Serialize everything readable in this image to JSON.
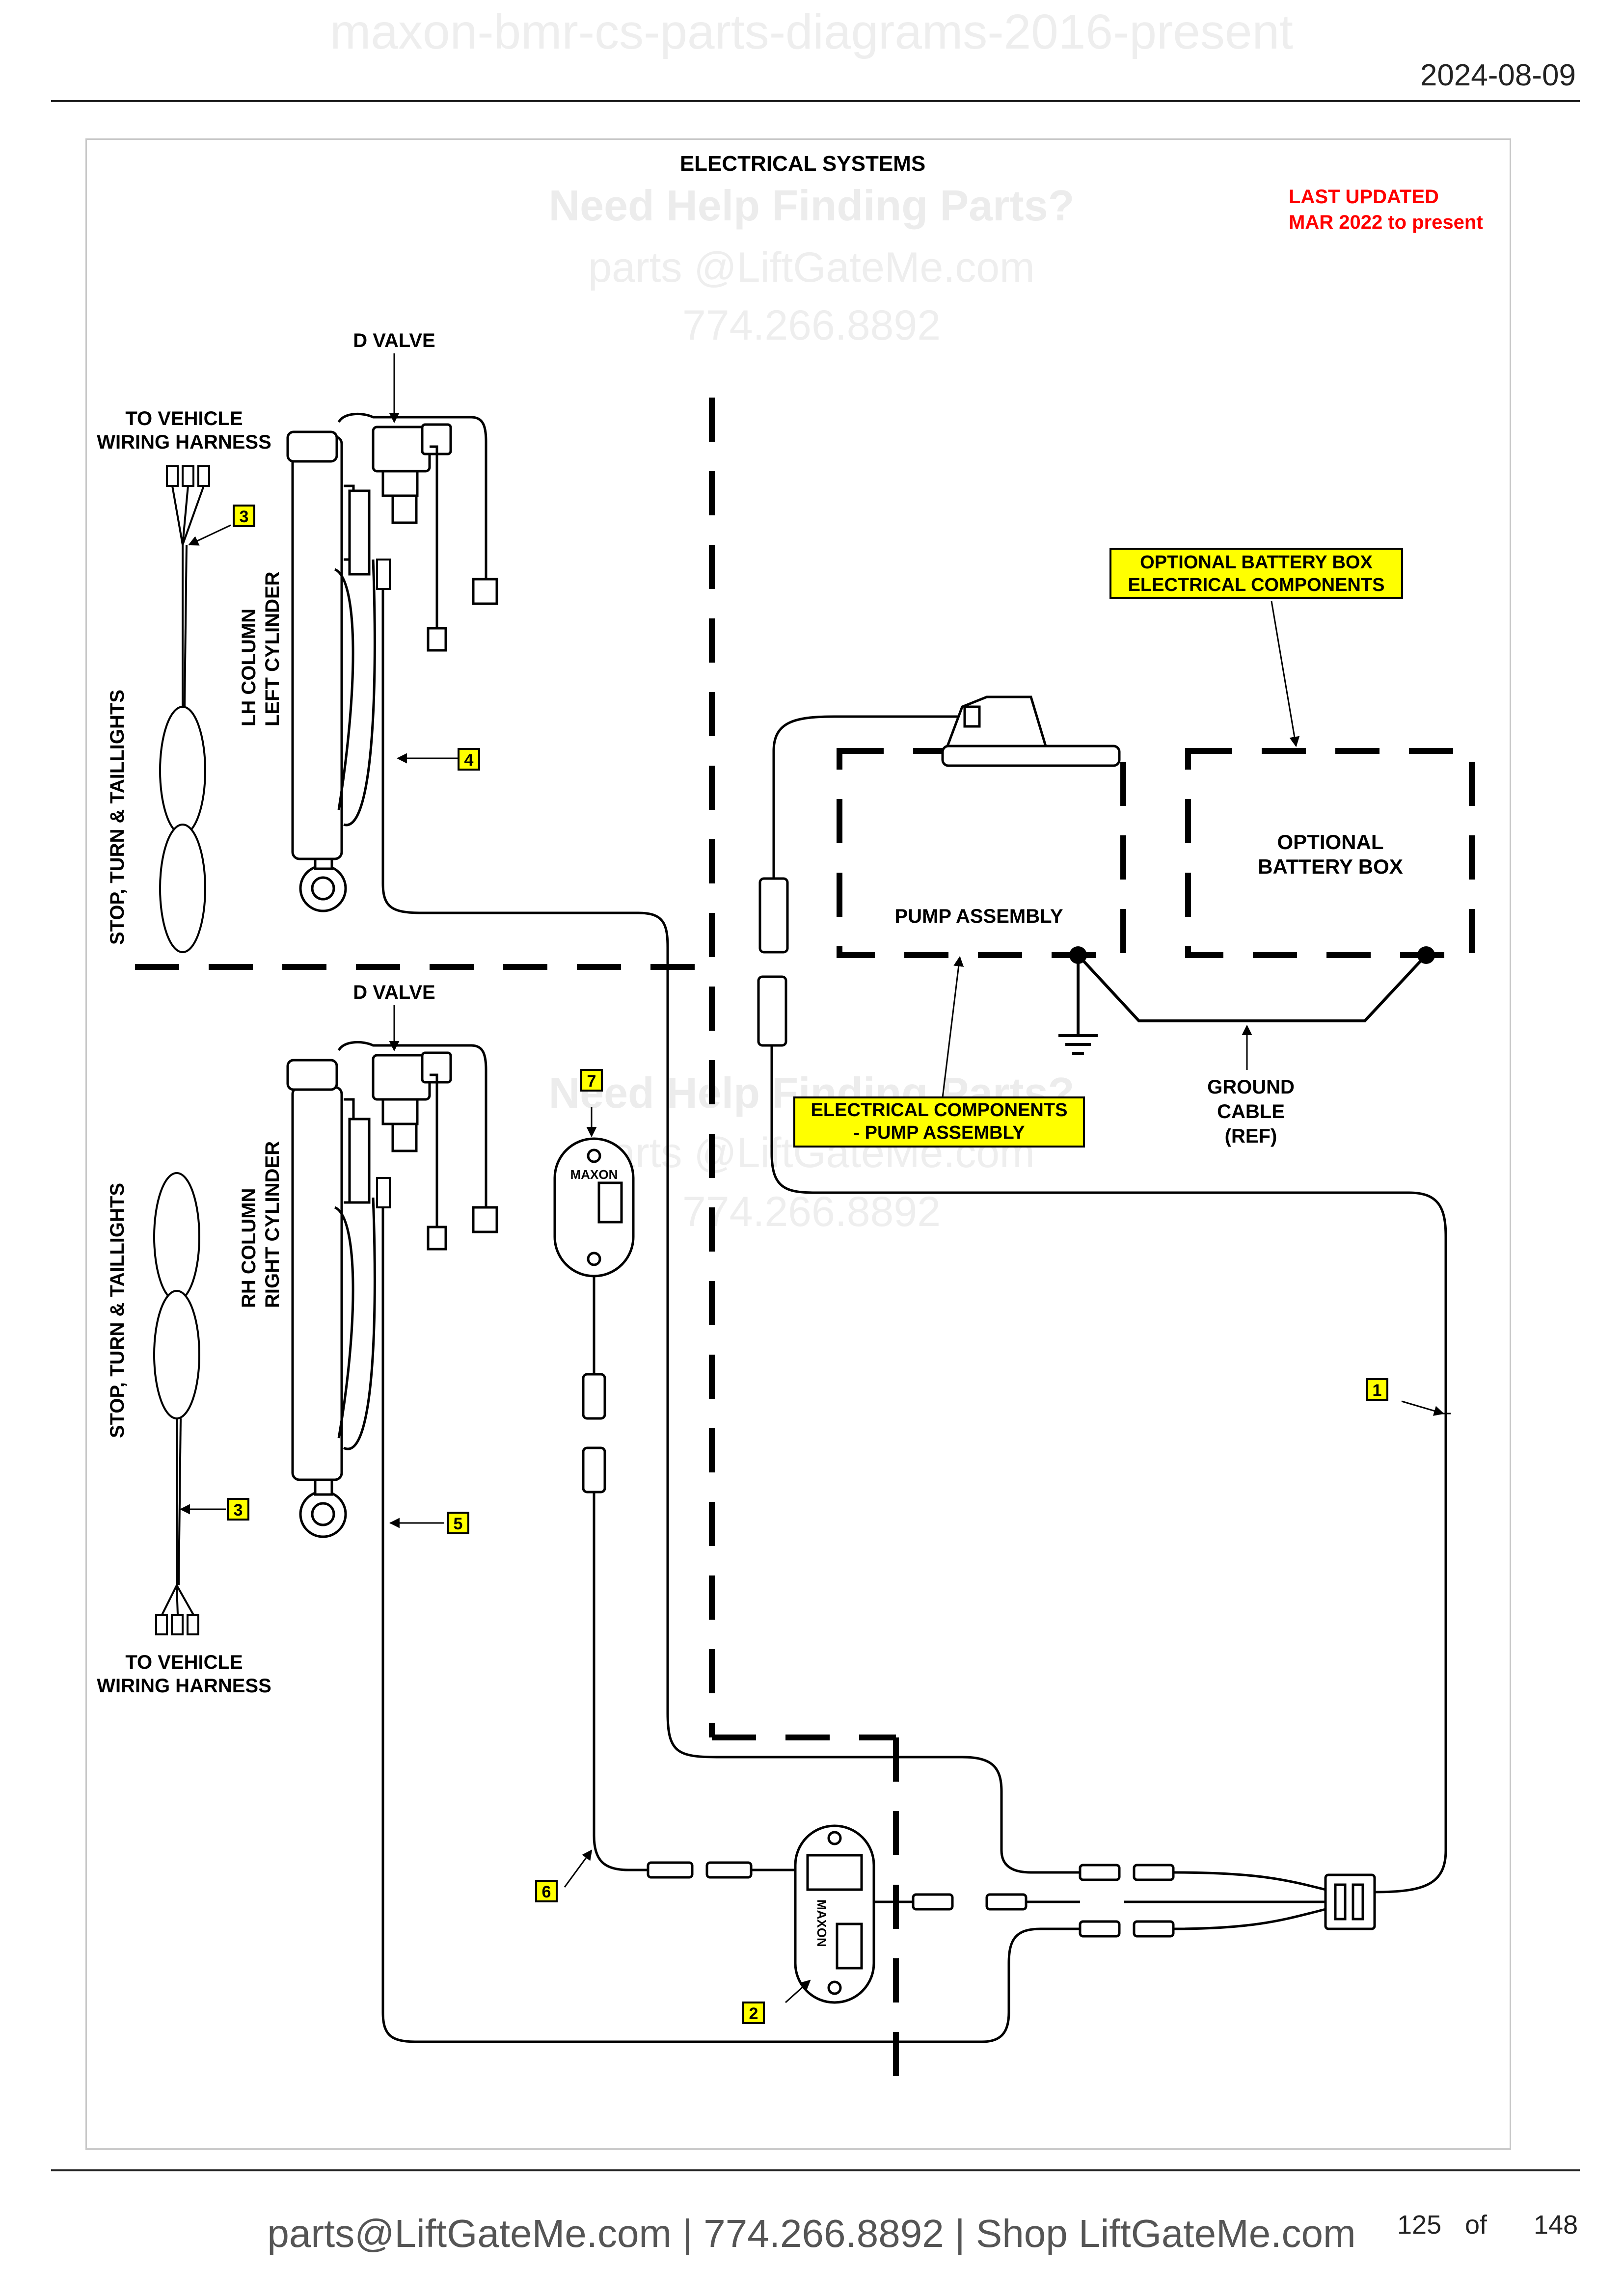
{
  "header": {
    "doc_title": "maxon-bmr-cs-parts-diagrams-2016-present",
    "date": "2024-08-09"
  },
  "diagram": {
    "title": "ELECTRICAL SYSTEMS",
    "last_updated_line1": "LAST UPDATED",
    "last_updated_line2": "MAR 2022 to present",
    "watermark_help": "Need Help Finding Parts?",
    "watermark_email": "parts @LiftGateMe.com",
    "watermark_phone": "774.266.8892",
    "labels": {
      "d_valve_top": "D VALVE",
      "d_valve_bottom": "D VALVE",
      "to_vehicle_top_1": "TO VEHICLE",
      "to_vehicle_top_2": "WIRING HARNESS",
      "to_vehicle_bottom_1": "TO VEHICLE",
      "to_vehicle_bottom_2": "WIRING HARNESS",
      "stop_turn_top": "STOP, TURN & TAILLIGHTS",
      "stop_turn_bottom": "STOP, TURN & TAILLIGHTS",
      "lh_column_1": "LH COLUMN",
      "lh_column_2": "LEFT CYLINDER",
      "rh_column_1": "RH COLUMN",
      "rh_column_2": "RIGHT CYLINDER",
      "optional_battery_components_1": "OPTIONAL BATTERY BOX",
      "optional_battery_components_2": "ELECTRICAL COMPONENTS",
      "optional_battery_box_1": "OPTIONAL",
      "optional_battery_box_2": "BATTERY BOX",
      "pump_assembly": "PUMP ASSEMBLY",
      "electrical_components_1": "ELECTRICAL COMPONENTS",
      "electrical_components_2": "- PUMP ASSEMBLY",
      "ground_cable_1": "GROUND",
      "ground_cable_2": "CABLE",
      "ground_cable_3": "(REF)",
      "maxon_logo": "MAXON"
    },
    "callouts": {
      "c1": "1",
      "c2": "2",
      "c3_top": "3",
      "c3_bottom": "3",
      "c4": "4",
      "c5": "5",
      "c6": "6",
      "c7": "7"
    },
    "colors": {
      "callout_fill": "#ffff00",
      "last_updated": "#ff0000",
      "watermark": "#eeeeee"
    }
  },
  "footer": {
    "contact": "parts@LiftGateMe.com | 774.266.8892 | Shop LiftGateMe.com",
    "page_current": "125",
    "page_of": "of",
    "page_total": "148"
  }
}
